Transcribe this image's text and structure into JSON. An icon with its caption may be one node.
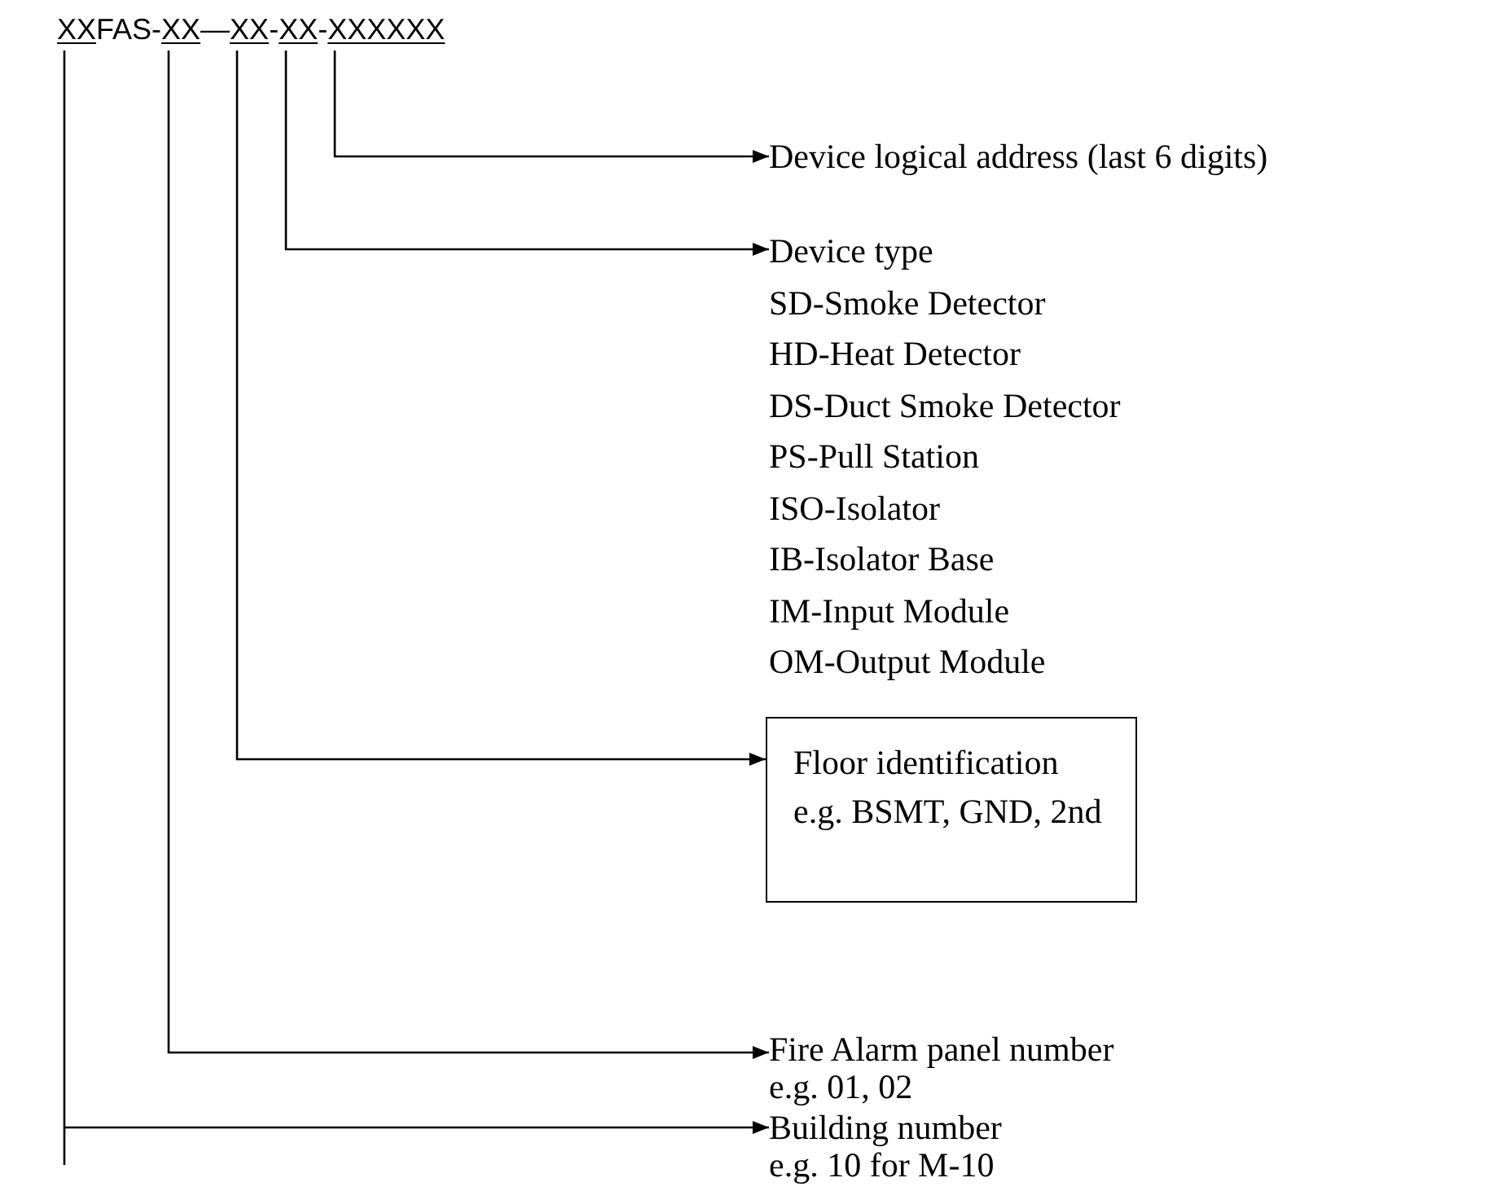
{
  "diagram": {
    "nodes": [
      {
        "text": [
          "XX"
        ]
      },
      {
        "text": [
          "XX"
        ]
      },
      {
        "text": [
          "XX"
        ]
      },
      {
        "text": [
          "XX"
        ]
      },
      {
        "text": [
          "XXXXXX"
        ]
      },
      {
        "text": [
          "Device logical address (last 6 digits)"
        ]
      },
      {
        "text": [
          "Device type",
          "SD-Smoke Detector",
          "HD-Heat Detector",
          "DS-Duct Smoke Detector",
          "PS-Pull Station",
          "ISO-Isolator",
          "IB-Isolator Base",
          "IM-Input Module",
          "OM-Output Module"
        ]
      },
      {
        "text": [
          "Floor identification",
          "e.g. BSMT, GND, 2nd"
        ]
      },
      {
        "text": [
          "Fire Alarm panel number",
          "e.g. 01, 02"
        ]
      },
      {
        "text": [
          "Building number",
          "e.g. 10 for M-10"
        ]
      }
    ],
    "edges": [
      {
        "from": 4,
        "to": 5,
        "arrow": "to"
      },
      {
        "from": 3,
        "to": 6,
        "arrow": "to"
      },
      {
        "from": 2,
        "to": 7,
        "arrow": "to"
      },
      {
        "from": 1,
        "to": 8,
        "arrow": "to"
      },
      {
        "from": 0,
        "to": 9,
        "arrow": "to"
      }
    ],
    "labels": [
      "FAS-",
      "—",
      "-",
      "-"
    ]
  }
}
